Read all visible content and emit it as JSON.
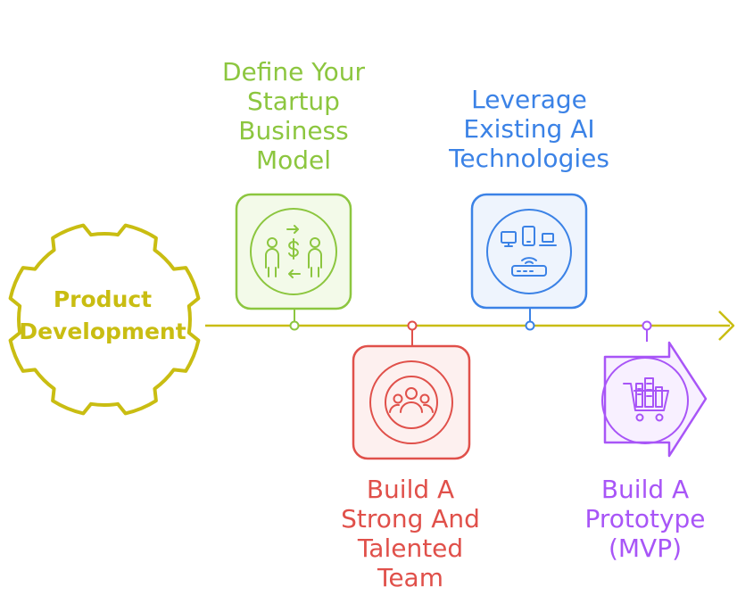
{
  "colors": {
    "hub": "#c9bd12",
    "hub_text": "#c9bd12",
    "timeline": "#c9bd12",
    "define": "#8cc63f",
    "leverage": "#3b82e6",
    "team": "#e0504a",
    "prototype": "#a855f7"
  },
  "hub": {
    "lines": [
      "Product",
      "Development"
    ]
  },
  "steps": {
    "define": {
      "lines": [
        "Define Your",
        "Startup",
        "Business",
        "Model"
      ],
      "icon": "business-model-icon"
    },
    "team": {
      "lines": [
        "Build A",
        "Strong And",
        "Talented",
        "Team"
      ],
      "icon": "team-icon"
    },
    "leverage": {
      "lines": [
        "Leverage",
        "Existing AI",
        "Technologies"
      ],
      "icon": "devices-network-icon"
    },
    "prototype": {
      "lines": [
        "Build A",
        "Prototype",
        "(MVP)"
      ],
      "icon": "prototype-cart-icon"
    }
  }
}
